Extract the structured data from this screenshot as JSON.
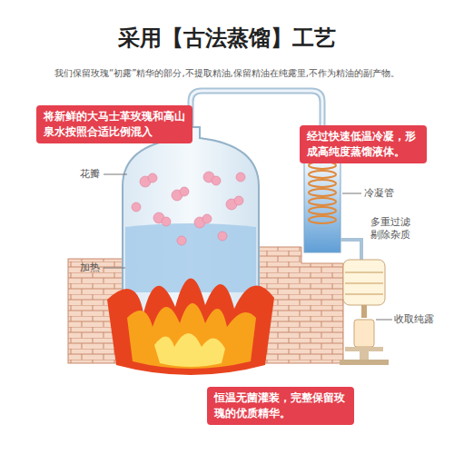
{
  "diagram": {
    "title": "采用【古法蒸馏】工艺",
    "nodes": [
      {
        "text": [
          "将新鲜的大马士革玫瑰和高山泉水按照合适比例混入"
        ]
      },
      {
        "text": [
          "经过快速低温冷凝，形成高纯度蒸馏液体。"
        ]
      },
      {
        "text": [
          "恒温无菌灌装，完整保留玫瑰的优质精华。"
        ]
      }
    ],
    "labels": [
      "我们保留玫瑰“初露”精华的部分,不提取精油,保留精油在纯露里,不作为精油的副产物。",
      "花瓣",
      "加热",
      "冷凝管",
      "多重过滤 剔除杂质",
      "收取纯露"
    ]
  }
}
